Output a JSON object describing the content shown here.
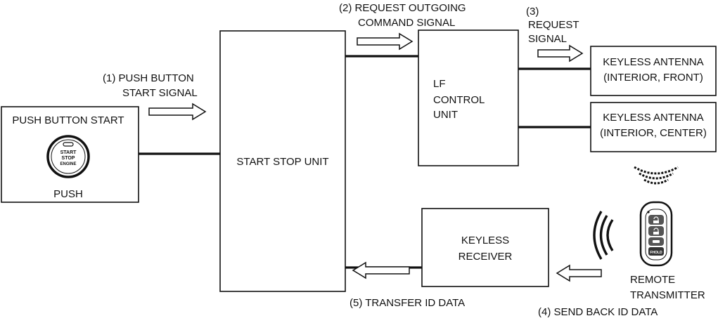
{
  "blocks": {
    "push_button_start": {
      "title": "PUSH BUTTON START",
      "push_label": "PUSH",
      "button_line1": "START",
      "button_line2": "STOP",
      "button_line3": "ENGINE"
    },
    "start_stop_unit": {
      "label": "START STOP UNIT"
    },
    "lf_control_unit": {
      "line1": "LF",
      "line2": "CONTROL",
      "line3": "UNIT"
    },
    "keyless_antenna_front": {
      "line1": "KEYLESS ANTENNA",
      "line2": "(INTERIOR, FRONT)"
    },
    "keyless_antenna_center": {
      "line1": "KEYLESS ANTENNA",
      "line2": "(INTERIOR, CENTER)"
    },
    "keyless_receiver": {
      "line1": "KEYLESS",
      "line2": "RECEIVER"
    },
    "remote_transmitter": {
      "line1": "REMOTE",
      "line2": "TRANSMITTER",
      "fob_text": "FHOLD"
    }
  },
  "signals": {
    "s1": {
      "line1": "(1) PUSH BUTTON",
      "line2": "START SIGNAL"
    },
    "s2": {
      "line1": "(2) REQUEST OUTGOING",
      "line2": "COMMAND SIGNAL"
    },
    "s3": {
      "line1": "(3)",
      "line2": "REQUEST",
      "line3": "SIGNAL"
    },
    "s4": {
      "line1": "(4) SEND BACK ID DATA"
    },
    "s5": {
      "line1": "(5) TRANSFER ID DATA"
    }
  },
  "colors": {
    "ink": "#111111",
    "background": "#ffffff"
  },
  "icons": {
    "push_button": "round-start-stop-button-icon",
    "key_fob": "key-fob-icon",
    "wave_up": "radio-wave-icon",
    "wave_left": "radio-wave-icon",
    "arrow": "outline-arrow-icon"
  }
}
